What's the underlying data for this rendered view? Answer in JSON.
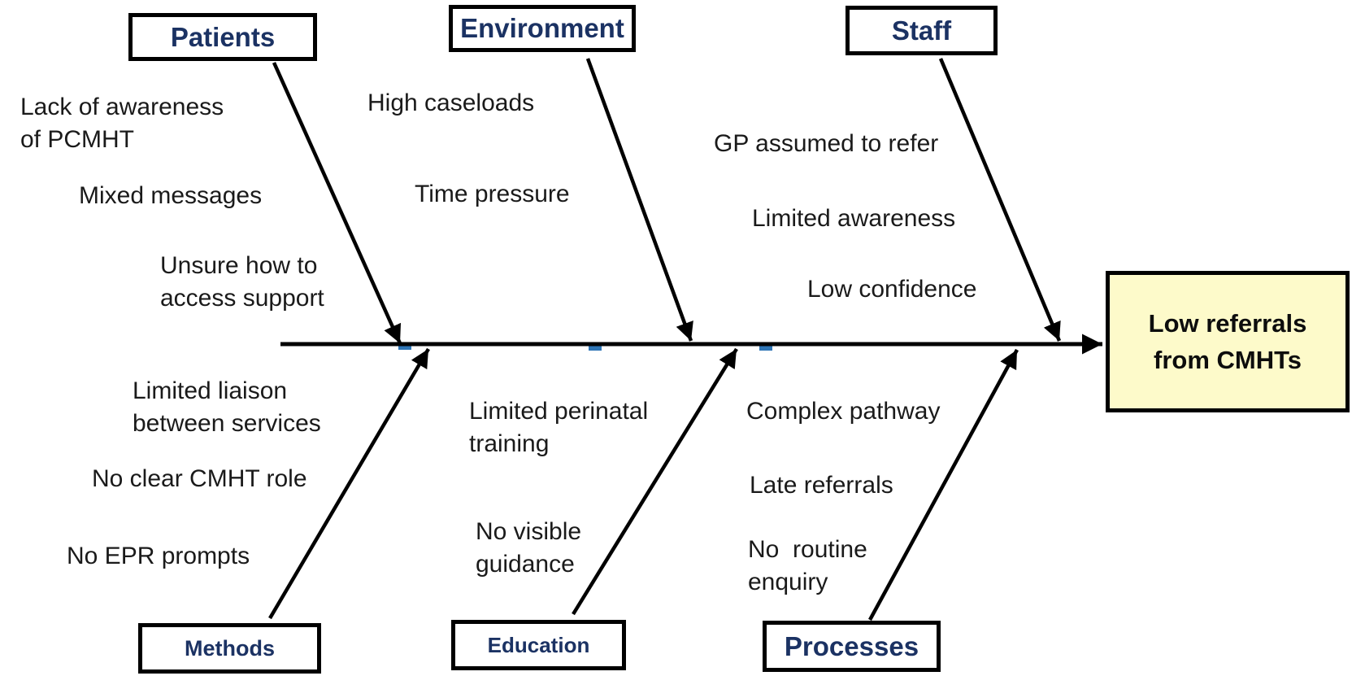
{
  "diagram": {
    "type": "fishbone",
    "effect_label": "Low referrals\nfrom CMHTs",
    "branches": {
      "patients": {
        "label": "Patients",
        "causes": [
          "Lack of awareness\nof PCMHT",
          "Mixed messages",
          "Unsure how to\naccess support"
        ]
      },
      "environment": {
        "label": "Environment",
        "causes": [
          "High caseloads",
          "Time pressure"
        ]
      },
      "staff": {
        "label": "Staff",
        "causes": [
          "GP assumed to refer",
          "Limited awareness",
          "Low confidence"
        ]
      },
      "methods": {
        "label": "Methods",
        "causes": [
          "Limited liaison\nbetween services",
          "No clear CMHT role",
          "No EPR prompts"
        ]
      },
      "education": {
        "label": "Education",
        "causes": [
          "Limited perinatal\ntraining",
          "No visible\nguidance"
        ]
      },
      "processes": {
        "label": "Processes",
        "causes": [
          "Complex pathway",
          "Late referrals",
          "No  routine\nenquiry"
        ]
      }
    },
    "colors": {
      "category_text": "#1B3263",
      "effect_fill": "#FDFACA",
      "line": "#000000",
      "spine_tick": "#2E75B6",
      "cause_text": "#1A1A1A"
    }
  }
}
